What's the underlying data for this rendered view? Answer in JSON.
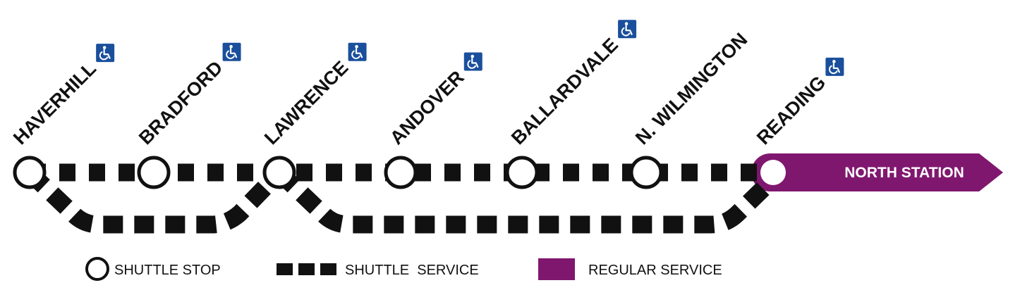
{
  "colors": {
    "shuttle": "#111111",
    "regular_service": "#80176f",
    "accessible_badge": "#1a4f9c",
    "stop_fill": "#ffffff"
  },
  "stations": [
    {
      "name": "HAVERHILL",
      "accessible": true
    },
    {
      "name": "BRADFORD",
      "accessible": true
    },
    {
      "name": "LAWRENCE",
      "accessible": true
    },
    {
      "name": "ANDOVER",
      "accessible": true
    },
    {
      "name": "BALLARDVALE",
      "accessible": true
    },
    {
      "name": "N. WILMINGTON",
      "accessible": false
    },
    {
      "name": "READING",
      "accessible": true
    }
  ],
  "terminal": {
    "label": "NORTH STATION"
  },
  "accessible_icon": "wheelchair-accessible-icon",
  "legend": {
    "shuttle_stop": "SHUTTLE STOP",
    "shuttle_service": "SHUTTLE  SERVICE",
    "regular_service": "REGULAR SERVICE"
  }
}
